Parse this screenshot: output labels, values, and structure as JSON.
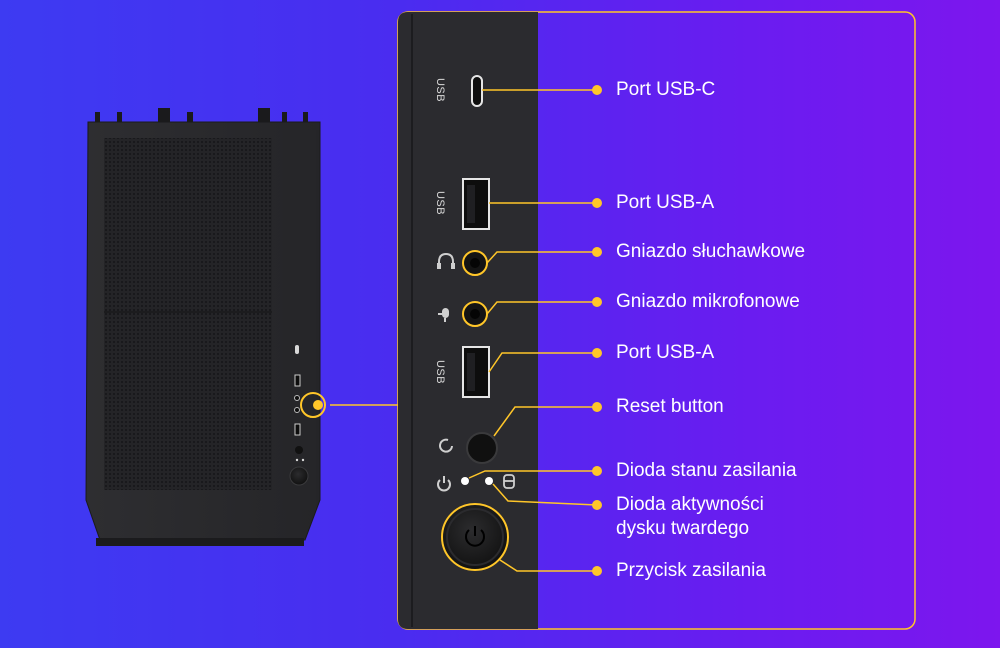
{
  "colors": {
    "accent": "#ffc629",
    "panel": "#2a2a2e",
    "case": "#2b2b2e"
  },
  "port_side_label": "USB",
  "callouts": [
    {
      "id": "usb-c",
      "label": "Port USB-C"
    },
    {
      "id": "usb-a-1",
      "label": "Port USB-A"
    },
    {
      "id": "headphone",
      "label": "Gniazdo słuchawkowe"
    },
    {
      "id": "mic",
      "label": "Gniazdo mikrofonowe"
    },
    {
      "id": "usb-a-2",
      "label": "Port USB-A"
    },
    {
      "id": "reset",
      "label": "Reset button"
    },
    {
      "id": "power-led",
      "label": "Dioda stanu zasilania"
    },
    {
      "id": "hdd-led",
      "label": "Dioda aktywności dysku twardego"
    },
    {
      "id": "power-button",
      "label": "Przycisk zasilania"
    }
  ]
}
